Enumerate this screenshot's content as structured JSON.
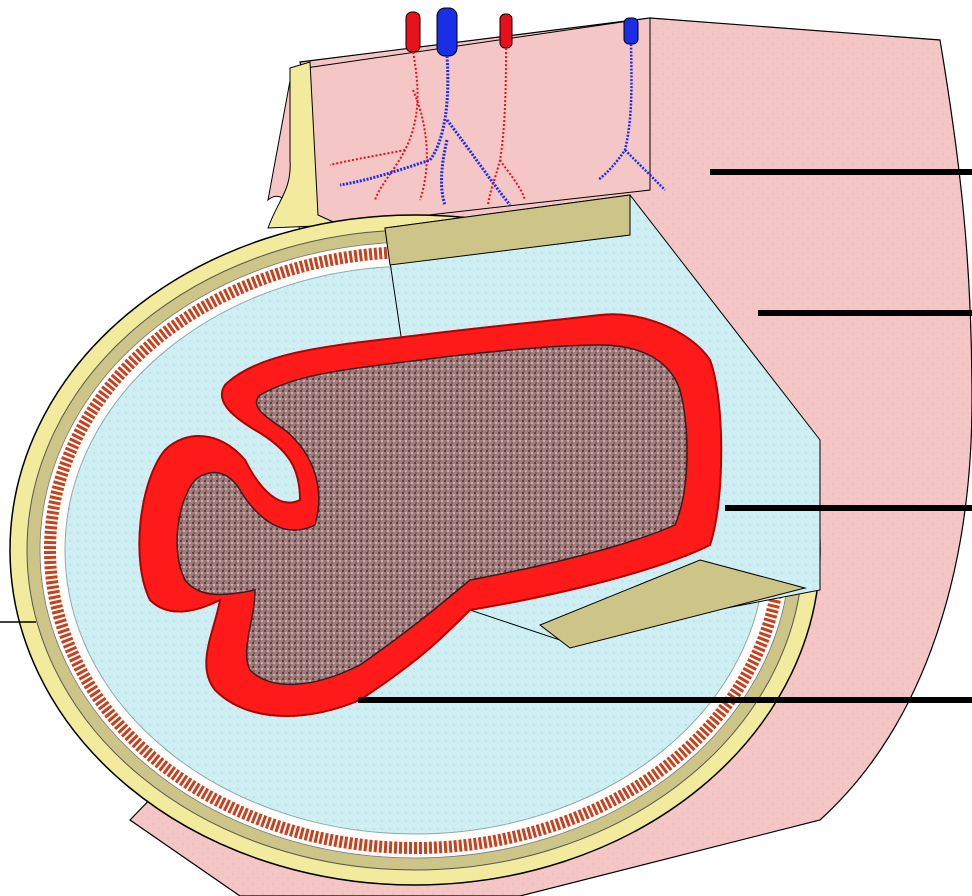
{
  "figure": {
    "subject": "gut-wall-cross-section",
    "layers": [
      "serosa",
      "muscularis-externa",
      "submucosa",
      "mucosa"
    ],
    "vessels": [
      "artery",
      "vein",
      "artery",
      "vein"
    ],
    "leader_lines": [
      "serosa-pointer",
      "muscularis-pointer",
      "submucosa-pointer",
      "mucosa-pointer"
    ],
    "labels": []
  },
  "colors": {
    "serosa": "#f5c6c6",
    "outer_coat": "#f2ea9c",
    "muscle_band": "#cdc488",
    "muscle_red": "#c8401c",
    "submucosa": "#cdeef2",
    "mucosa_red": "#ff1a1a",
    "lumen": "#b48a8a",
    "artery": "#e8101a",
    "vein": "#1a2ee8",
    "line": "#000000"
  }
}
